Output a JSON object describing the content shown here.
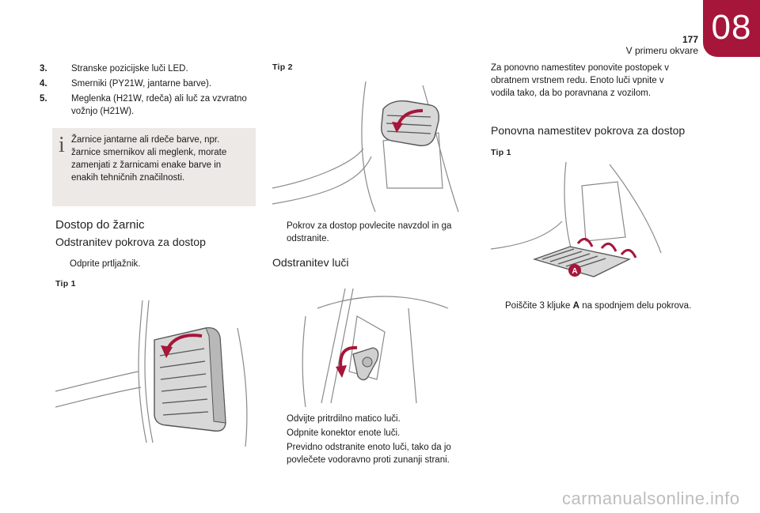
{
  "header": {
    "page_number": "177",
    "section_title": "V primeru okvare",
    "chapter": "08"
  },
  "col1": {
    "list": [
      {
        "num": "3.",
        "text": "Stranske pozicijske luči LED."
      },
      {
        "num": "4.",
        "text": "Smerniki (PY21W, jantarne barve)."
      },
      {
        "num": "5.",
        "text": "Meglenka (H21W, rdeča) ali luč za vzvratno vožnjo (H21W)."
      }
    ],
    "note": "Žarnice jantarne ali rdeče barve, npr. žarnice smernikov ali meglenk, morate zamenjati z žarnicami enake barve in enakih tehničnih značilnosti.",
    "heading": "Dostop do žarnic",
    "subheading": "Odstranitev pokrova za dostop",
    "bullet": "Odprite prtljažnik.",
    "tip": "Tip 1"
  },
  "col2": {
    "tip": "Tip 2",
    "bullet1": "Pokrov za dostop povlecite navzdol in ga odstranite.",
    "heading": "Odstranitev luči",
    "bullets": [
      "Odvijte pritrdilno matico luči.",
      "Odpnite konektor enote luči.",
      "Previdno odstranite enoto luči, tako da jo povlečete vodoravno proti zunanji strani."
    ]
  },
  "col3": {
    "intro": "Za ponovno namestitev ponovite postopek v obratnem vrstnem redu. Enoto luči vpnite v vodila tako, da bo poravnana z vozilom.",
    "heading": "Ponovna namestitev pokrova za dostop",
    "tip": "Tip 1",
    "bullet_pre": "Poiščite 3 kljuke",
    "bullet_label": "A",
    "bullet_post": "na spodnjem delu pokrova.",
    "callout": "A"
  },
  "bullet_symbol": "",
  "watermark": "carmanualsonline.info",
  "colors": {
    "accent": "#a6163a",
    "note_bg": "#ece9e6"
  }
}
